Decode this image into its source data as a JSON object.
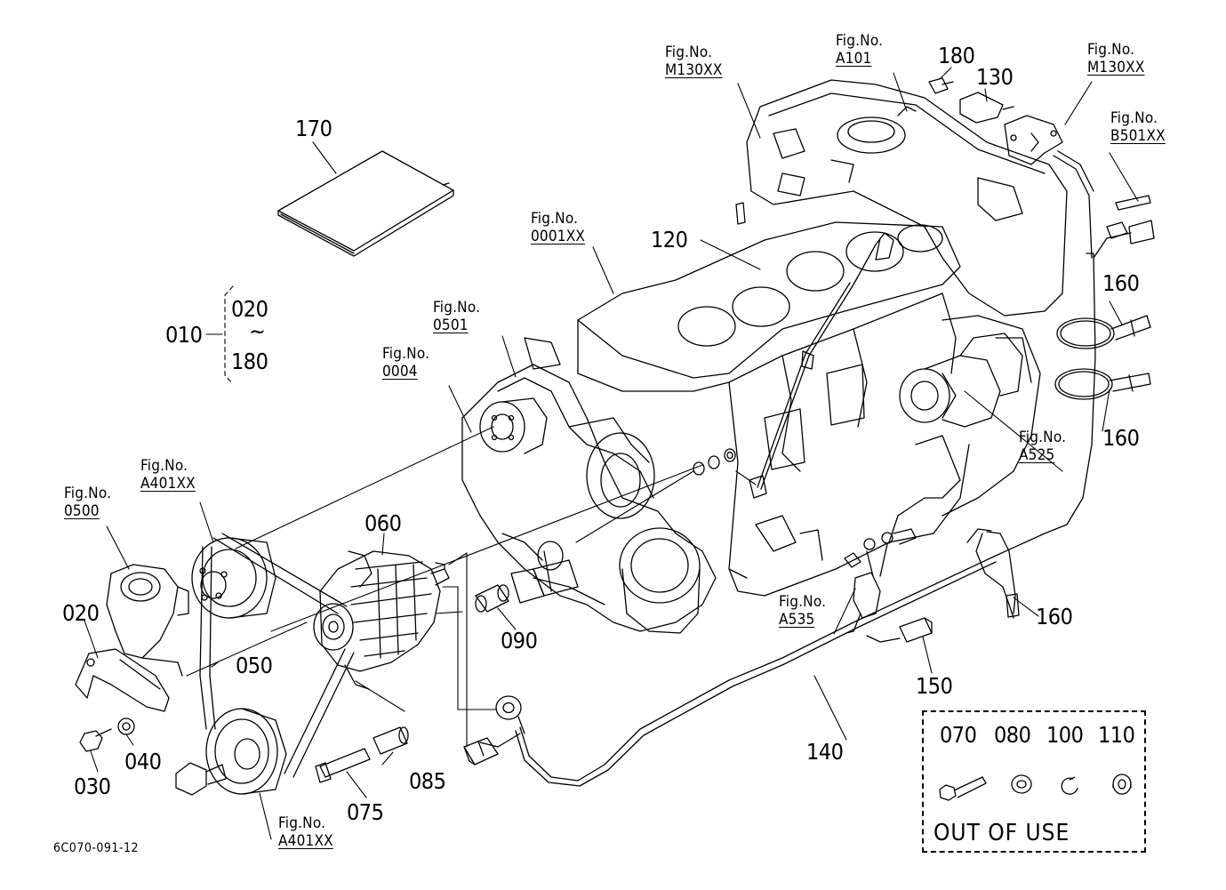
{
  "diagram": {
    "drawing_code": "6C070-091-12",
    "parts": {
      "p170": "170",
      "p010": "010",
      "p020_range_start": "020",
      "p180_range_end": "180",
      "range_tilde": "~",
      "p120": "120",
      "p180": "180",
      "p130": "130",
      "p160a": "160",
      "p160b": "160",
      "p160c": "160",
      "p060": "060",
      "p090": "090",
      "p020": "020",
      "p050": "050",
      "p040": "040",
      "p030": "030",
      "p085": "085",
      "p075": "075",
      "p150": "150",
      "p140": "140"
    },
    "fig_refs": {
      "m130xx_left": {
        "line1": "Fig.No.",
        "line2": "M130XX"
      },
      "a101": {
        "line1": "Fig.No.",
        "line2": "A101"
      },
      "m130xx_right": {
        "line1": "Fig.No.",
        "line2": "M130XX"
      },
      "b501xx": {
        "line1": "Fig.No.",
        "line2": "B501XX"
      },
      "f0001xx": {
        "line1": "Fig.No.",
        "line2": "0001XX"
      },
      "f0501": {
        "line1": "Fig.No.",
        "line2": "0501"
      },
      "f0004": {
        "line1": "Fig.No.",
        "line2": "0004"
      },
      "a525": {
        "line1": "Fig.No.",
        "line2": "A525"
      },
      "a401xx_top": {
        "line1": "Fig.No.",
        "line2": "A401XX"
      },
      "f0500": {
        "line1": "Fig.No.",
        "line2": "0500"
      },
      "a535": {
        "line1": "Fig.No.",
        "line2": "A535"
      },
      "a401xx_bottom": {
        "line1": "Fig.No.",
        "line2": "A401XX"
      }
    },
    "legend": {
      "items": [
        "070",
        "080",
        "100",
        "110"
      ],
      "note": "OUT OF USE"
    }
  }
}
